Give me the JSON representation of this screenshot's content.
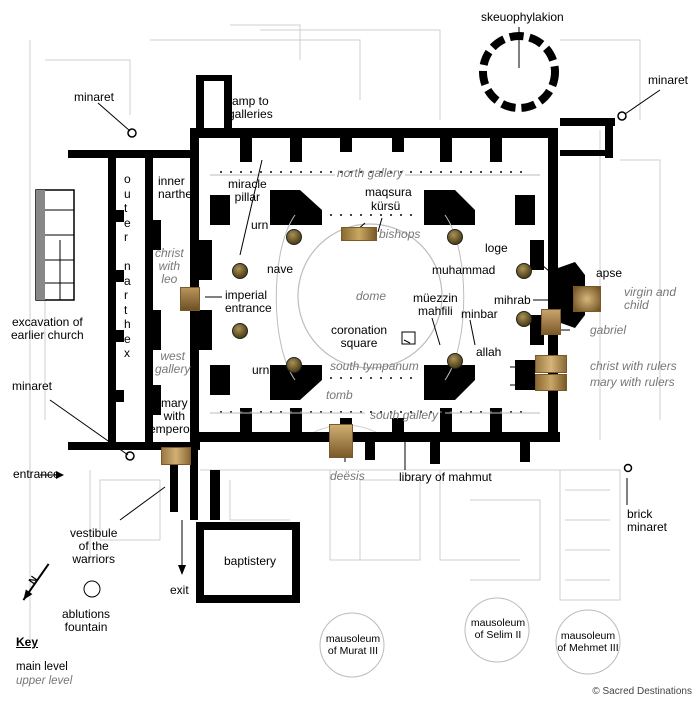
{
  "copyright": "© Sacred Destinations",
  "key": {
    "title": "Key",
    "main": "main level",
    "upper": "upper level"
  },
  "labels": {
    "skeuophylakion": "skeuophylakion",
    "minaret_ne": "minaret",
    "minaret_nw": "minaret",
    "minaret_sw": "minaret",
    "ramp": "ramp to\ngalleries",
    "outer_narthex": "o\nu\nt\ne\nr\n\nn\na\nr\nt\nh\ne\nx",
    "inner_narthex": "inner\nnarthex",
    "miracle_pillar": "miracle\npillar",
    "north_gallery": "north gallery",
    "maqsura": "maqsura",
    "kursu": "kürsü",
    "bishops": "bishops",
    "urn_n": "urn",
    "urn_s": "urn",
    "nave": "nave",
    "dome": "dome",
    "loge": "loge",
    "muhammad": "muhammad",
    "apse": "apse",
    "virgin_child": "virgin and\nchild",
    "muezzin": "müezzin\nmahfili",
    "mihrab": "mihrab",
    "minbar": "minbar",
    "gabriel": "gabriel",
    "allah": "allah",
    "christ_rulers": "christ with rulers",
    "mary_rulers": "mary with rulers",
    "christ_leo": "christ\nwith\nleo",
    "imperial_entrance": "imperial\nentrance",
    "excavation": "excavation of\nearlier church",
    "coronation": "coronation\nsquare",
    "west_gallery": "west\ngallery",
    "south_tympanum": "south tympanum",
    "tomb": "tomb",
    "south_gallery": "south gallery",
    "mary_emperors": "mary\nwith\nemperors",
    "entrance": "entrance",
    "deesis": "deësis",
    "library": "library of mahmut",
    "brick_minaret": "brick\nminaret",
    "vestibule": "vestibule\nof the\nwarriors",
    "baptistery": "baptistery",
    "exit": "exit",
    "ablutions": "ablutions\nfountain",
    "murat": "mausoleum\nof Murat III",
    "selim": "mausoleum\nof Selim II",
    "mehmet": "mausoleum\nof Mehmet III",
    "north_arrow": "N"
  },
  "colors": {
    "wall": "#000000",
    "faint": "#c8c8c8",
    "upper_text": "#777777",
    "mosaic": "#b08a4a"
  }
}
